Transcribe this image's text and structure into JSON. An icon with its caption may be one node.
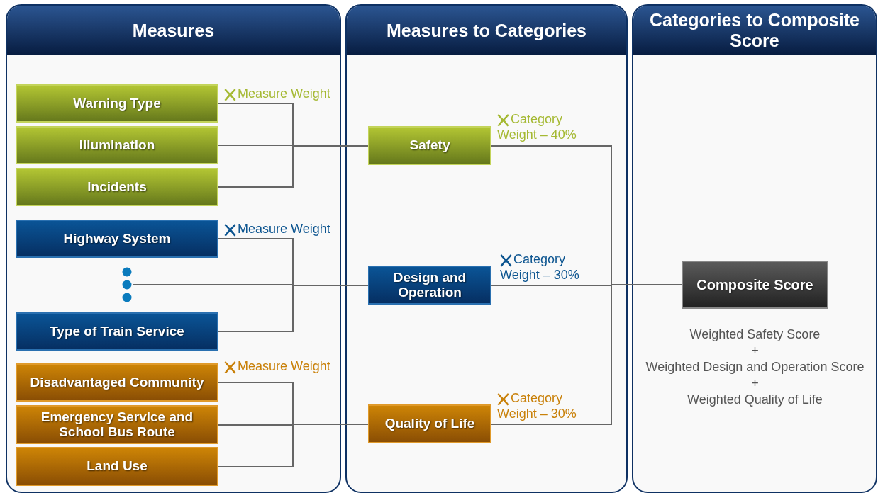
{
  "diagram": {
    "nodes": [
      {
        "text": [
          "Measures"
        ]
      },
      {
        "text": [
          "Measures to Categories"
        ]
      },
      {
        "text": [
          "Categories to Composite Score"
        ]
      },
      {
        "text": [
          "Warning Type"
        ],
        "in": 0
      },
      {
        "text": [
          "Illumination"
        ],
        "in": 0
      },
      {
        "text": [
          "Incidents"
        ],
        "in": 0
      },
      {
        "text": [
          "Highway System"
        ],
        "in": 0
      },
      {
        "text": [],
        "shape": "dots",
        "in": 0
      },
      {
        "text": [
          "Type of Train Service"
        ],
        "in": 0
      },
      {
        "text": [
          "Disadvantaged Community"
        ],
        "in": 0
      },
      {
        "text": [
          "Emergency Service and School Bus Route"
        ],
        "in": 0
      },
      {
        "text": [
          "Land Use"
        ],
        "in": 0
      },
      {
        "text": [
          "Safety"
        ],
        "in": 1
      },
      {
        "text": [
          "Design and Operation"
        ],
        "in": 1
      },
      {
        "text": [
          "Quality of Life"
        ],
        "in": 1
      },
      {
        "text": [
          "Composite Score"
        ],
        "in": 2,
        "beside": [
          "Weighted Safety Score",
          "+",
          "Weighted Design and Operation Score",
          "+",
          "Weighted Quality of Life"
        ]
      }
    ],
    "edges": [
      {
        "from": 3,
        "to": 12,
        "arrow": "none",
        "label": "Measure Weight"
      },
      {
        "from": 4,
        "to": 12,
        "arrow": "none"
      },
      {
        "from": 5,
        "to": 12,
        "arrow": "none"
      },
      {
        "from": 6,
        "to": 13,
        "arrow": "none",
        "label": "Measure Weight"
      },
      {
        "from": 7,
        "to": 13,
        "arrow": "none"
      },
      {
        "from": 8,
        "to": 13,
        "arrow": "none"
      },
      {
        "from": 9,
        "to": 14,
        "arrow": "none",
        "label": "Measure Weight"
      },
      {
        "from": 10,
        "to": 14,
        "arrow": "none"
      },
      {
        "from": 11,
        "to": 14,
        "arrow": "none"
      },
      {
        "from": 12,
        "to": 15,
        "arrow": "none",
        "label": "Category Weight – 40%"
      },
      {
        "from": 13,
        "to": 15,
        "arrow": "none",
        "label": "Category Weight – 30%"
      },
      {
        "from": 14,
        "to": 15,
        "arrow": "none",
        "label": "Category Weight – 30%"
      }
    ]
  }
}
